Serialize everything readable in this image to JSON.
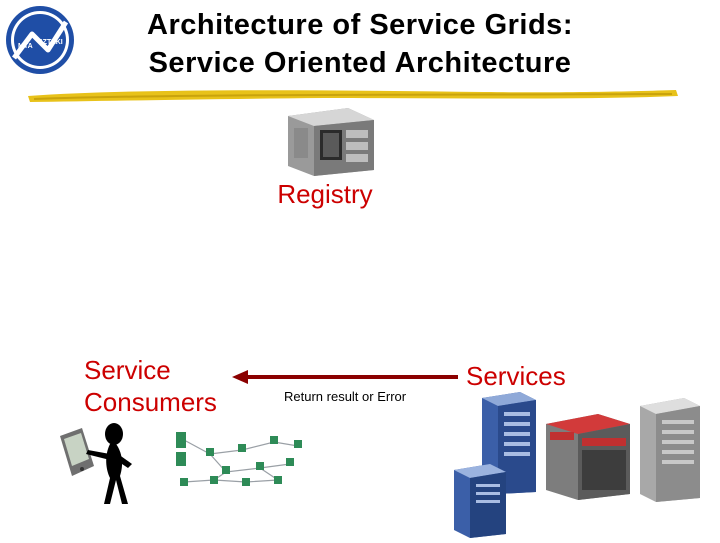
{
  "title": {
    "line1": "Architecture of Service Grids:",
    "line2": "Service Oriented Architecture"
  },
  "logo": {
    "left_text": "MTA",
    "right_text": "SZTAKI"
  },
  "registry": {
    "label": "Registry",
    "icon": "server-cabinet-icon"
  },
  "consumers": {
    "label_line1": "Service",
    "label_line2": "Consumers",
    "icons": [
      "pda-icon",
      "person-icon",
      "network-icon"
    ]
  },
  "arrow": {
    "label": "Return result or Error",
    "direction": "left"
  },
  "services": {
    "label": "Services",
    "icons": [
      "server-blue-icon",
      "server-red-icon",
      "server-gray-icon"
    ]
  },
  "colors": {
    "label_red": "#cc0000",
    "title_bar": "#e8c21a",
    "logo_blue": "#1f4ea6"
  }
}
